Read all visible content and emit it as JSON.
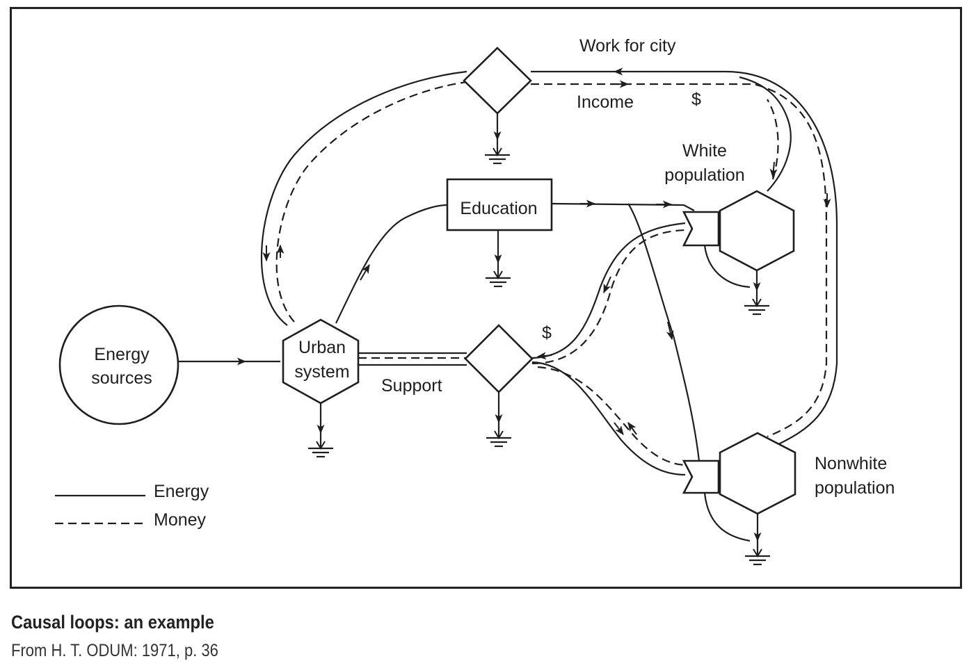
{
  "diagram": {
    "nodes": {
      "energy_sources": [
        "Energy",
        "sources"
      ],
      "urban_system": [
        "Urban",
        "system"
      ],
      "education": "Education",
      "white_population": [
        "White",
        "population"
      ],
      "nonwhite_population": [
        "Nonwhite",
        "population"
      ]
    },
    "flows": {
      "work_for_city": "Work for city",
      "income": "Income",
      "income_dollar": "$",
      "support": "Support",
      "support_dollar": "$"
    },
    "legend": {
      "energy_label": "Energy",
      "money_label": "Money"
    },
    "colors": {
      "ink": "#1e1e1e",
      "background": "#ffffff",
      "frame": "#222222"
    }
  },
  "caption": {
    "title": "Causal loops: an example",
    "source": "From H. T. ODUM: 1971, p. 36"
  }
}
